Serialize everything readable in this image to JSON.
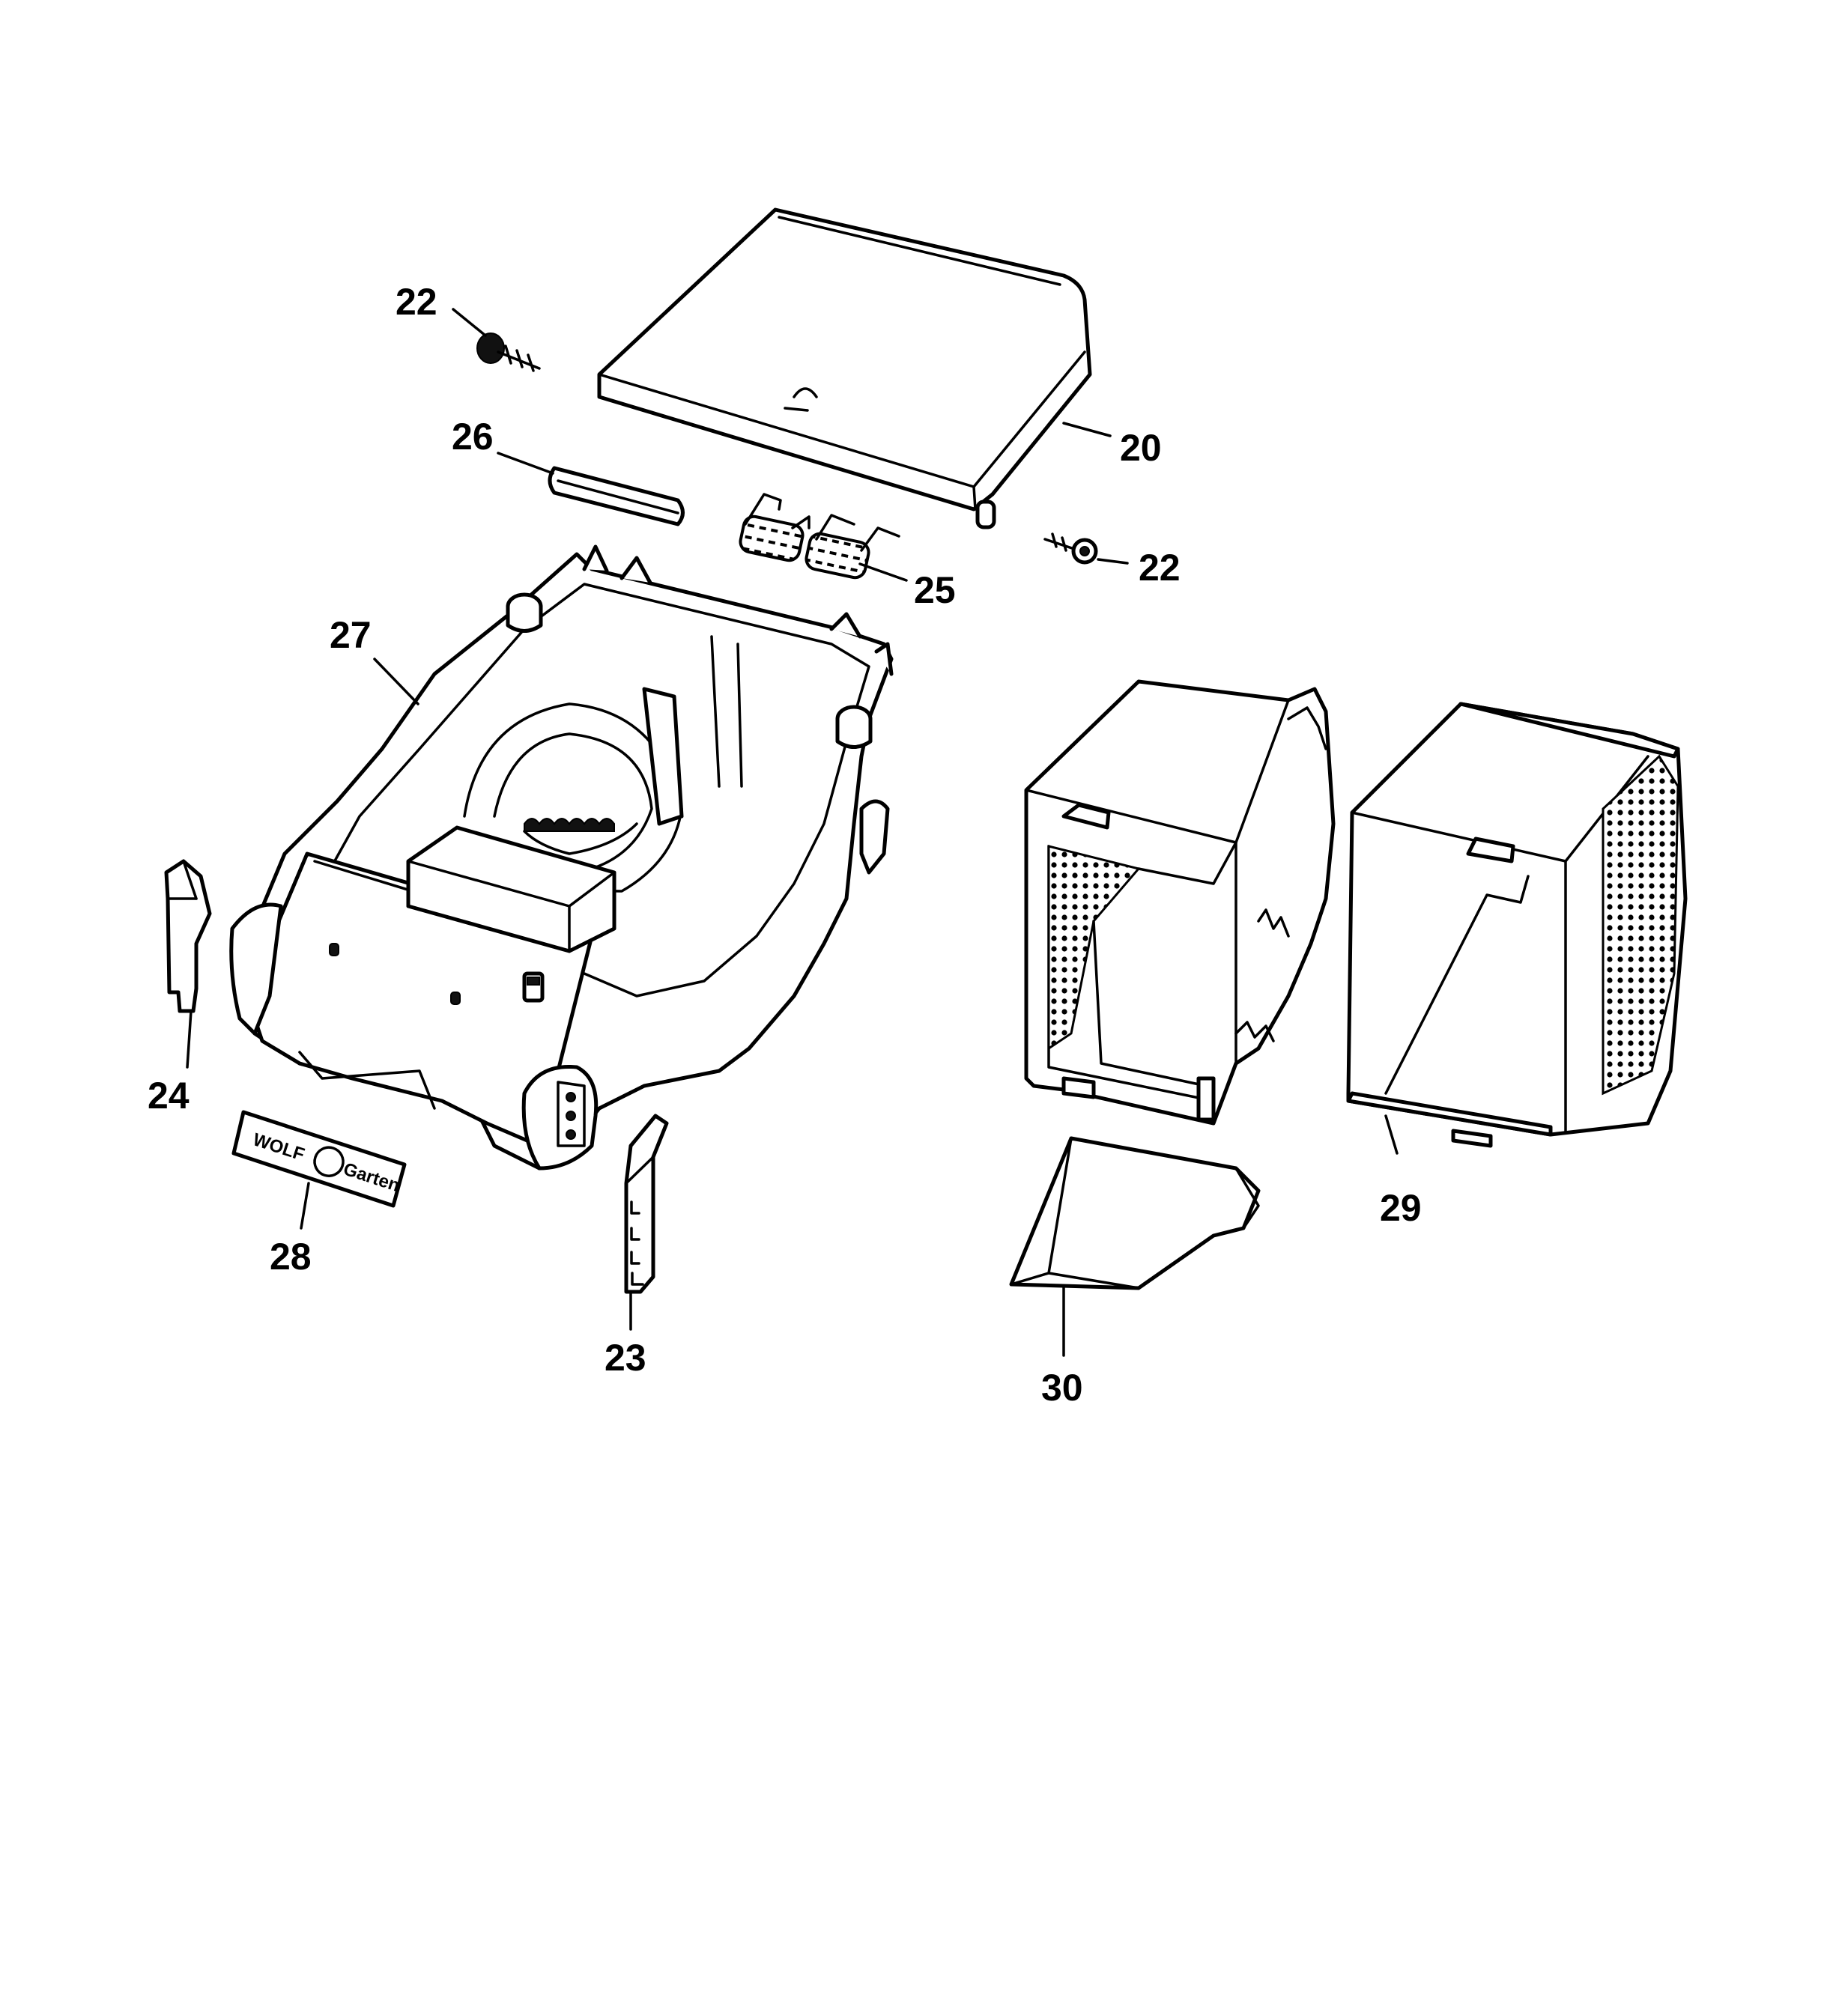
{
  "parts": [
    {
      "id": "20",
      "label": "20"
    },
    {
      "id": "22a",
      "label": "22"
    },
    {
      "id": "22b",
      "label": "22"
    },
    {
      "id": "23",
      "label": "23"
    },
    {
      "id": "24",
      "label": "24"
    },
    {
      "id": "25",
      "label": "25"
    },
    {
      "id": "26",
      "label": "26"
    },
    {
      "id": "27",
      "label": "27"
    },
    {
      "id": "28",
      "label": "28"
    },
    {
      "id": "29",
      "label": "29"
    },
    {
      "id": "30",
      "label": "30"
    }
  ],
  "logo": {
    "left": "WOLF",
    "right": "Garten"
  }
}
